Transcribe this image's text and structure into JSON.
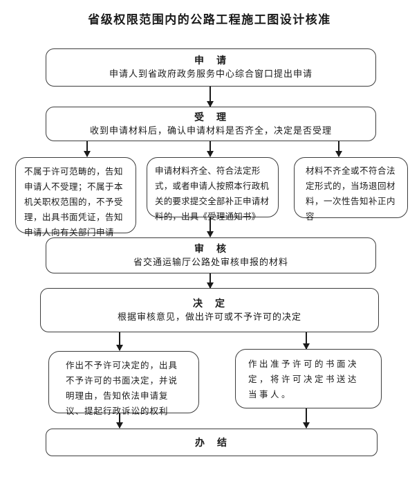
{
  "title": "省级权限范围内的公路工程施工图设计核准",
  "steps": {
    "apply": {
      "heading": "申　请",
      "body": "申请人到省政府政务服务中心综合窗口提出申请"
    },
    "accept": {
      "heading": "受　理",
      "body": "收到申请材料后，确认申请材料是否齐全，决定是否受理"
    },
    "review": {
      "heading": "审　核",
      "body": "省交通运输厅公路处审核申报的材料"
    },
    "decision": {
      "heading": "决　定",
      "body": "根据审核意见，做出许可或不予许可的决定"
    },
    "complete": {
      "heading": "办　结"
    }
  },
  "branches": {
    "not_in_scope": "不属于许可范畴的，告知申请人不受理；不属于本机关职权范围的，不予受理，出具书面凭证，告知申请人向有关部门申请",
    "accepted": "申请材料齐全、符合法定形式，或者申请人按照本行政机关的要求提交全部补正申请材料的，出具《受理通知书》",
    "incomplete": "材料不齐全或不符合法定形式的，当场退回材料，一次性告知补正内容",
    "deny": "作出不予许可决定的，出具不予许可的书面决定，并说明理由，告知依法申请复议、提起行政诉讼的权利",
    "grant": "作出准予许可的书面决定，将许可决定书送达当事人。"
  },
  "colors": {
    "border": "#3c3c3c",
    "text": "#1a1a1a",
    "background": "#ffffff"
  }
}
